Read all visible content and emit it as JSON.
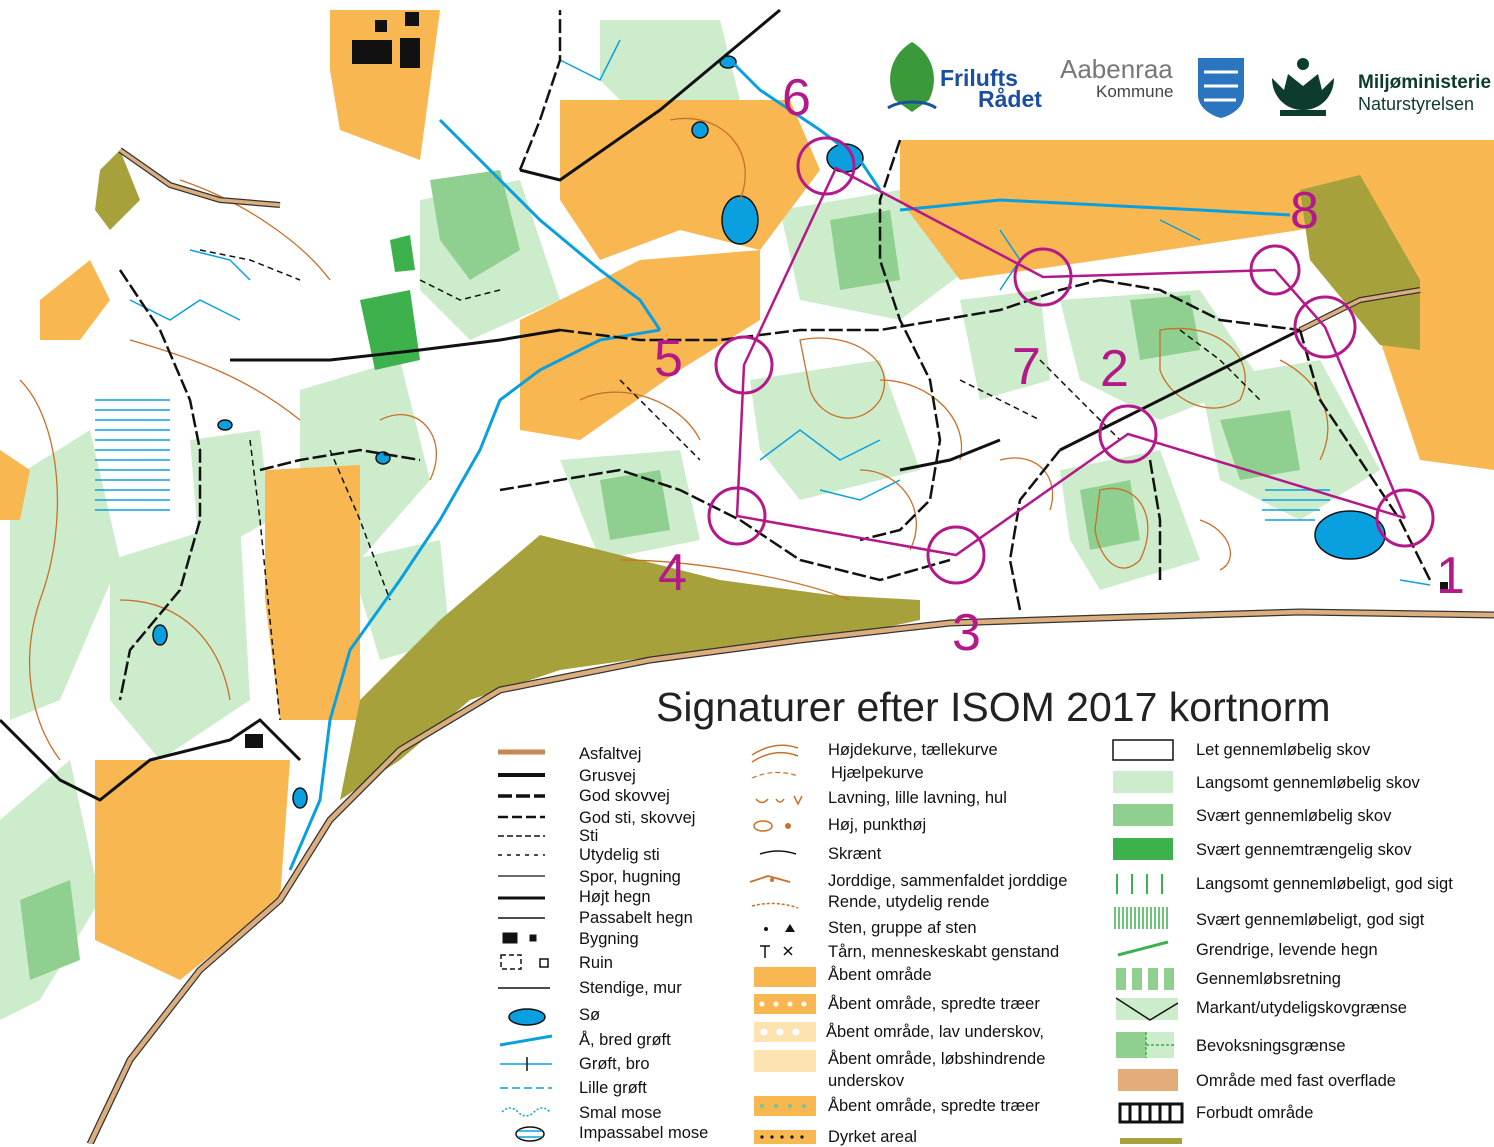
{
  "logos": {
    "friluftsraadet": {
      "line1": "Frilufts",
      "line2": "Rådet"
    },
    "aabenraa": {
      "line1": "Aabenraa",
      "line2": "Kommune"
    },
    "miljoministeriet": {
      "line1": "Miljøministerie",
      "line2": "Naturstyrelsen"
    }
  },
  "controls": [
    {
      "number": "1"
    },
    {
      "number": "2"
    },
    {
      "number": "3"
    },
    {
      "number": "4"
    },
    {
      "number": "5"
    },
    {
      "number": "6"
    },
    {
      "number": "7"
    },
    {
      "number": "8"
    }
  ],
  "legend": {
    "title": "Signaturer efter ISOM 2017 kortnorm",
    "col1": [
      "Asfaltvej",
      "Grusvej",
      "God skovvej",
      "God sti, skovvej",
      "Sti",
      "Utydelig sti",
      "Spor, hugning",
      "Højt hegn",
      "Passabelt hegn",
      "Bygning",
      "Ruin",
      "Stendige, mur",
      "Sø",
      "Å, bred grøft",
      "Grøft, bro",
      "Lille grøft",
      "Smal mose",
      "Impassabel mose"
    ],
    "col2": [
      "Højdekurve, tællekurve",
      "Hjælpekurve",
      "Lavning, lille lavning, hul",
      "Høj, punkthøj",
      "Skrænt",
      "Jorddige, sammenfaldet jorddige",
      "Rende, utydelig rende",
      "Sten, gruppe af sten",
      "Tårn, menneskeskabt genstand",
      "Åbent område",
      "Åbent område, spredte træer",
      "Åbent område, lav underskov,",
      "Åbent område, løbshindrende",
      "underskov",
      "Åbent område, spredte træer",
      "Dyrket areal"
    ],
    "col3": [
      "Let gennemløbelig skov",
      "Langsomt gennemløbelig skov",
      "Svært gennemløbelig skov",
      "Svært gennemtrængelig skov",
      "Langsomt gennemløbeligt, god sigt",
      "Svært gennemløbeligt, god sigt",
      "Grendrige, levende hegn",
      "Gennemløbsretning",
      "Markant/utydeligskovgrænse",
      "Bevoksningsgrænse",
      "Område med fast overflade",
      "Forbudt område"
    ]
  },
  "colors": {
    "open": "#f9b752",
    "forest_light": "#cdeccb",
    "forest_mid": "#8fcf8f",
    "forest_dark": "#3db14b",
    "cultivated": "#a6a13a",
    "water": "#0aa0e0",
    "contour": "#c9702a",
    "course": "#b31989",
    "paved": "#dcae7e"
  }
}
